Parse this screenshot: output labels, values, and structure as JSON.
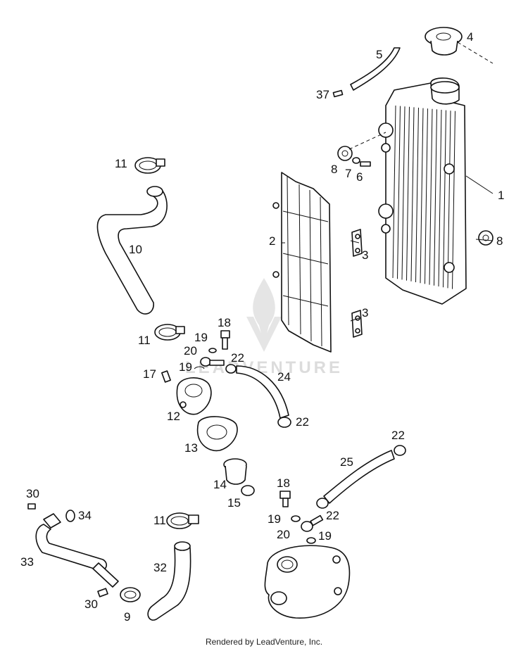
{
  "callouts": [
    "1",
    "2",
    "3",
    "3",
    "4",
    "5",
    "6",
    "7",
    "8",
    "8",
    "9",
    "10",
    "11",
    "11",
    "11",
    "12",
    "13",
    "14",
    "15",
    "17",
    "18",
    "18",
    "19",
    "19",
    "19",
    "19",
    "20",
    "20",
    "22",
    "22",
    "22",
    "22",
    "24",
    "25",
    "30",
    "30",
    "32",
    "33",
    "34",
    "37"
  ],
  "watermark": "LEADVENTURE",
  "footer": "Rendered by LeadVenture, Inc."
}
